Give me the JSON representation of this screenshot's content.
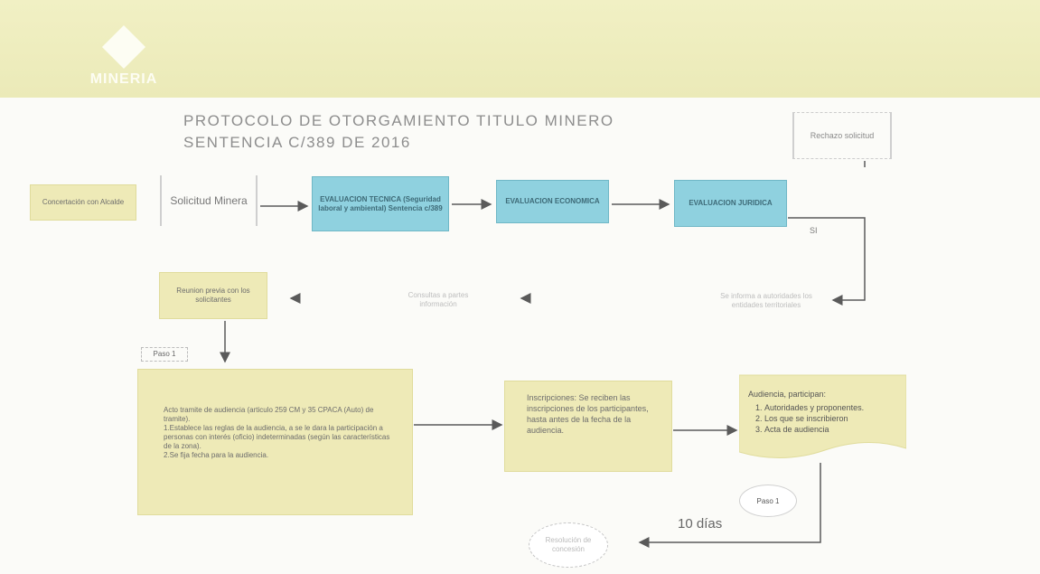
{
  "header": {
    "logo_text": "MINERIA"
  },
  "title": {
    "line1": "PROTOCOLO DE OTORGAMIENTO TITULO MINERO",
    "line2": "SENTENCIA C/389 DE 2016"
  },
  "nodes": {
    "concertacion": "Concertación con Alcalde",
    "solicitud": "Solicitud Minera",
    "eval_tecnica": "EVALUACION TECNICA (Seguridad laboral y ambiental) Sentencia c/389",
    "eval_economica": "EVALUACION ECONOMICA",
    "eval_juridica": "EVALUACION JURIDICA",
    "rechazo": "Rechazo solicitud",
    "reunion": "Reunion previa con los solicitantes",
    "consultas": "Consultas a partes información",
    "informe": "Se informa a autoridades los entidades territoriales",
    "paso1_label": "Paso 1",
    "acto": "Acto tramite de audiencia (articulo 259 CM y 35 CPACA (Auto) de tramite).",
    "acto_item1": "1.Establece las reglas de la audiencia, a se le dara la participación a personas con interés (oficio) indeterminadas (según las características de la zona).",
    "acto_item2": "2.Se fija fecha para la audiencia.",
    "inscripciones": "Inscripciones: Se reciben las inscripciones de los participantes, hasta antes de la fecha de la audiencia.",
    "audiencia_title": "Audiencia, participan:",
    "audiencia_items": [
      "Autoridades y proponentes.",
      "Los que se inscribieron",
      "Acta de audiencia"
    ],
    "paso1_oval": "Paso 1",
    "dias": "10 días",
    "resolucion": "Resolución de concesión",
    "si": "SI"
  }
}
